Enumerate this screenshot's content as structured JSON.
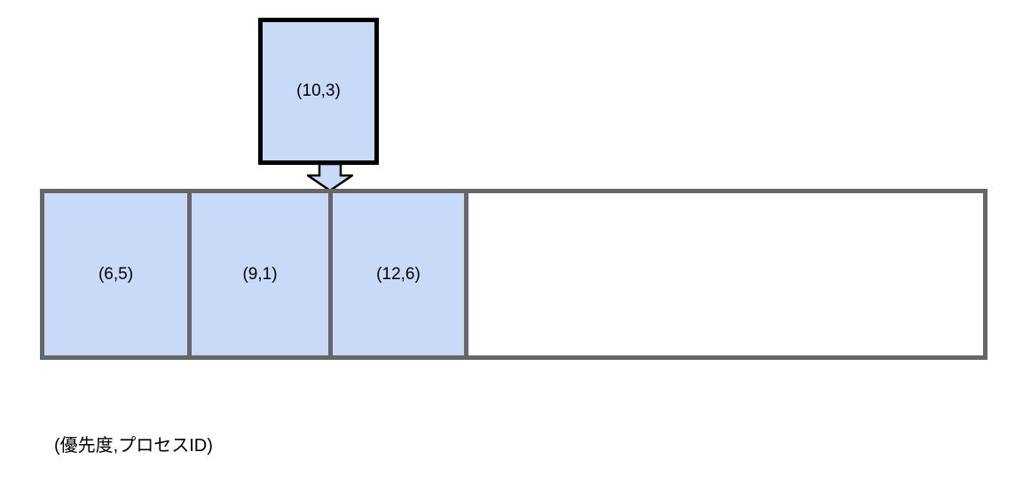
{
  "diagram": {
    "title_hint": "priority queue insertion diagram",
    "incoming_item": {
      "label": "(10,3)"
    },
    "icons": {
      "insert_arrow": "down-block-arrow"
    },
    "queue": {
      "cells": [
        {
          "label": "(6,5)"
        },
        {
          "label": "(9,1)"
        },
        {
          "label": "(12,6)"
        }
      ]
    },
    "caption": "(優先度,プロセスID)",
    "colors": {
      "cell_fill": "#c9daf8",
      "queue_border": "#666666",
      "incoming_box_border": "#000000",
      "arrow_fill": "#c9daf8",
      "arrow_outline": "#000000",
      "text": "#000000",
      "background": "#ffffff"
    }
  }
}
